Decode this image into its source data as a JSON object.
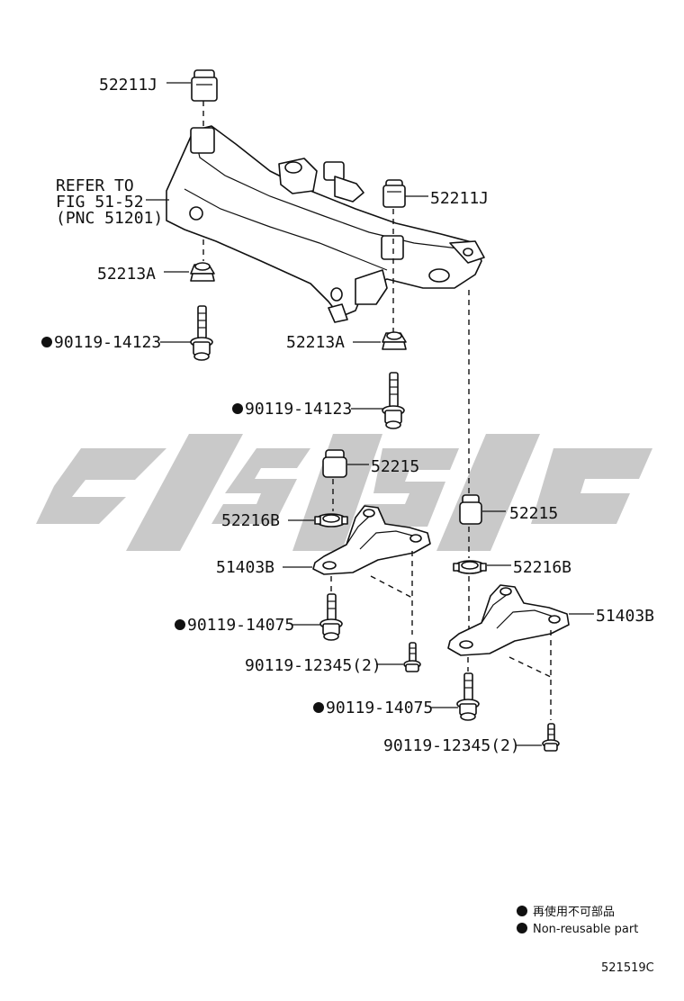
{
  "callouts": {
    "refer_line1": "REFER TO",
    "refer_line2": "FIG 51-52",
    "refer_line3": "(PNC 51201)",
    "c1": "52211J",
    "c2": "52211J",
    "c3": "52213A",
    "c4": "90119-14123",
    "c5": "52213A",
    "c6": "90119-14123",
    "c7": "52215",
    "c8": "52216B",
    "c9": "51403B",
    "c10": "90119-14075",
    "c11": "90119-12345(2)",
    "c12": "52215",
    "c13": "52216B",
    "c14": "51403B",
    "c15": "90119-14075",
    "c16": "90119-12345(2)"
  },
  "legend": {
    "item1": "再使用不可部品",
    "item2": "Non-reusable part"
  },
  "figure_id": "521519C"
}
